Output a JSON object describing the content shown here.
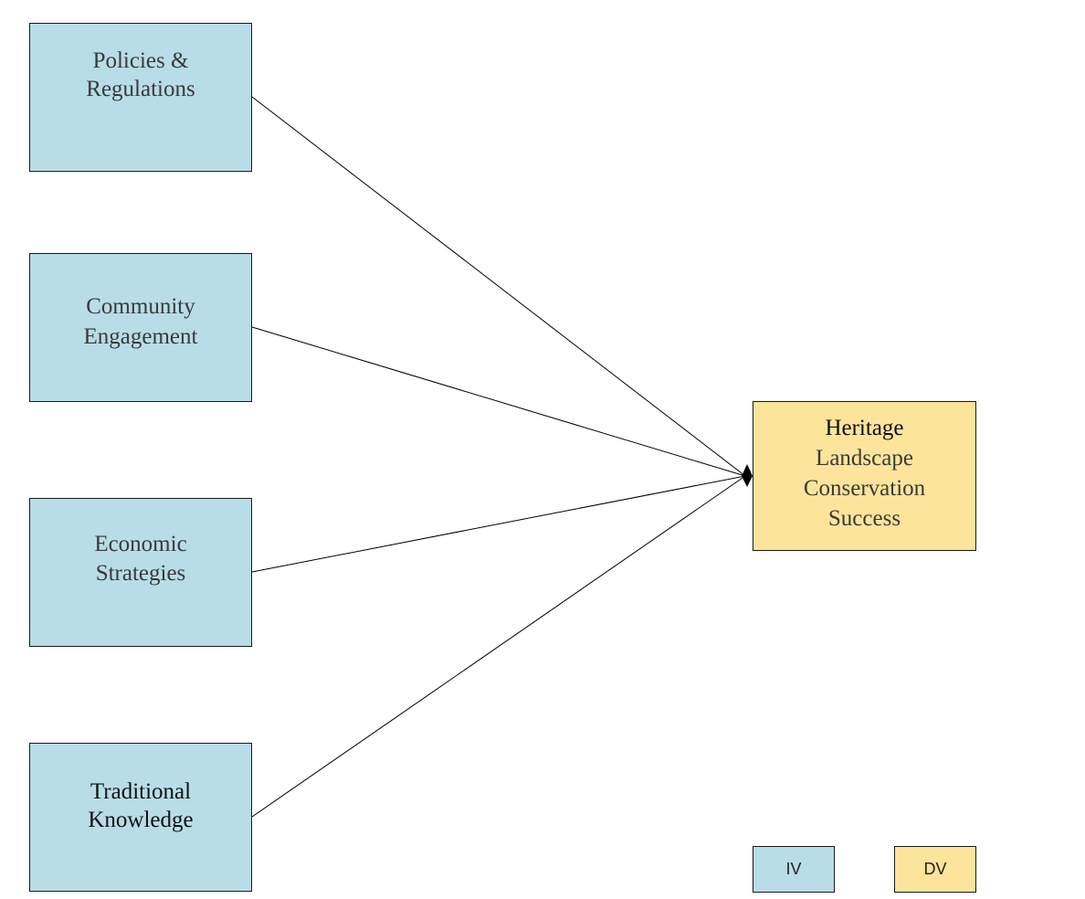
{
  "independent_variables": [
    {
      "id": "policies",
      "lines": [
        "Policies &",
        "Regulations"
      ]
    },
    {
      "id": "community",
      "lines": [
        "Community",
        "Engagement"
      ]
    },
    {
      "id": "economic",
      "lines": [
        "Economic",
        "Strategies"
      ]
    },
    {
      "id": "traditional",
      "lines": [
        "Traditional",
        "Knowledge"
      ]
    }
  ],
  "dependent_variable": {
    "id": "heritage",
    "lines": [
      "Heritage",
      "Landscape",
      "Conservation",
      "Success"
    ]
  },
  "legend": {
    "iv_label": "IV",
    "dv_label": "DV"
  },
  "colors": {
    "iv_fill": "#b8dde7",
    "dv_fill": "#fde49b",
    "border": "#1a1a1a",
    "arrow": "#000000"
  },
  "edges": [
    {
      "from": "policies",
      "to": "heritage"
    },
    {
      "from": "community",
      "to": "heritage"
    },
    {
      "from": "economic",
      "to": "heritage"
    },
    {
      "from": "traditional",
      "to": "heritage"
    }
  ]
}
